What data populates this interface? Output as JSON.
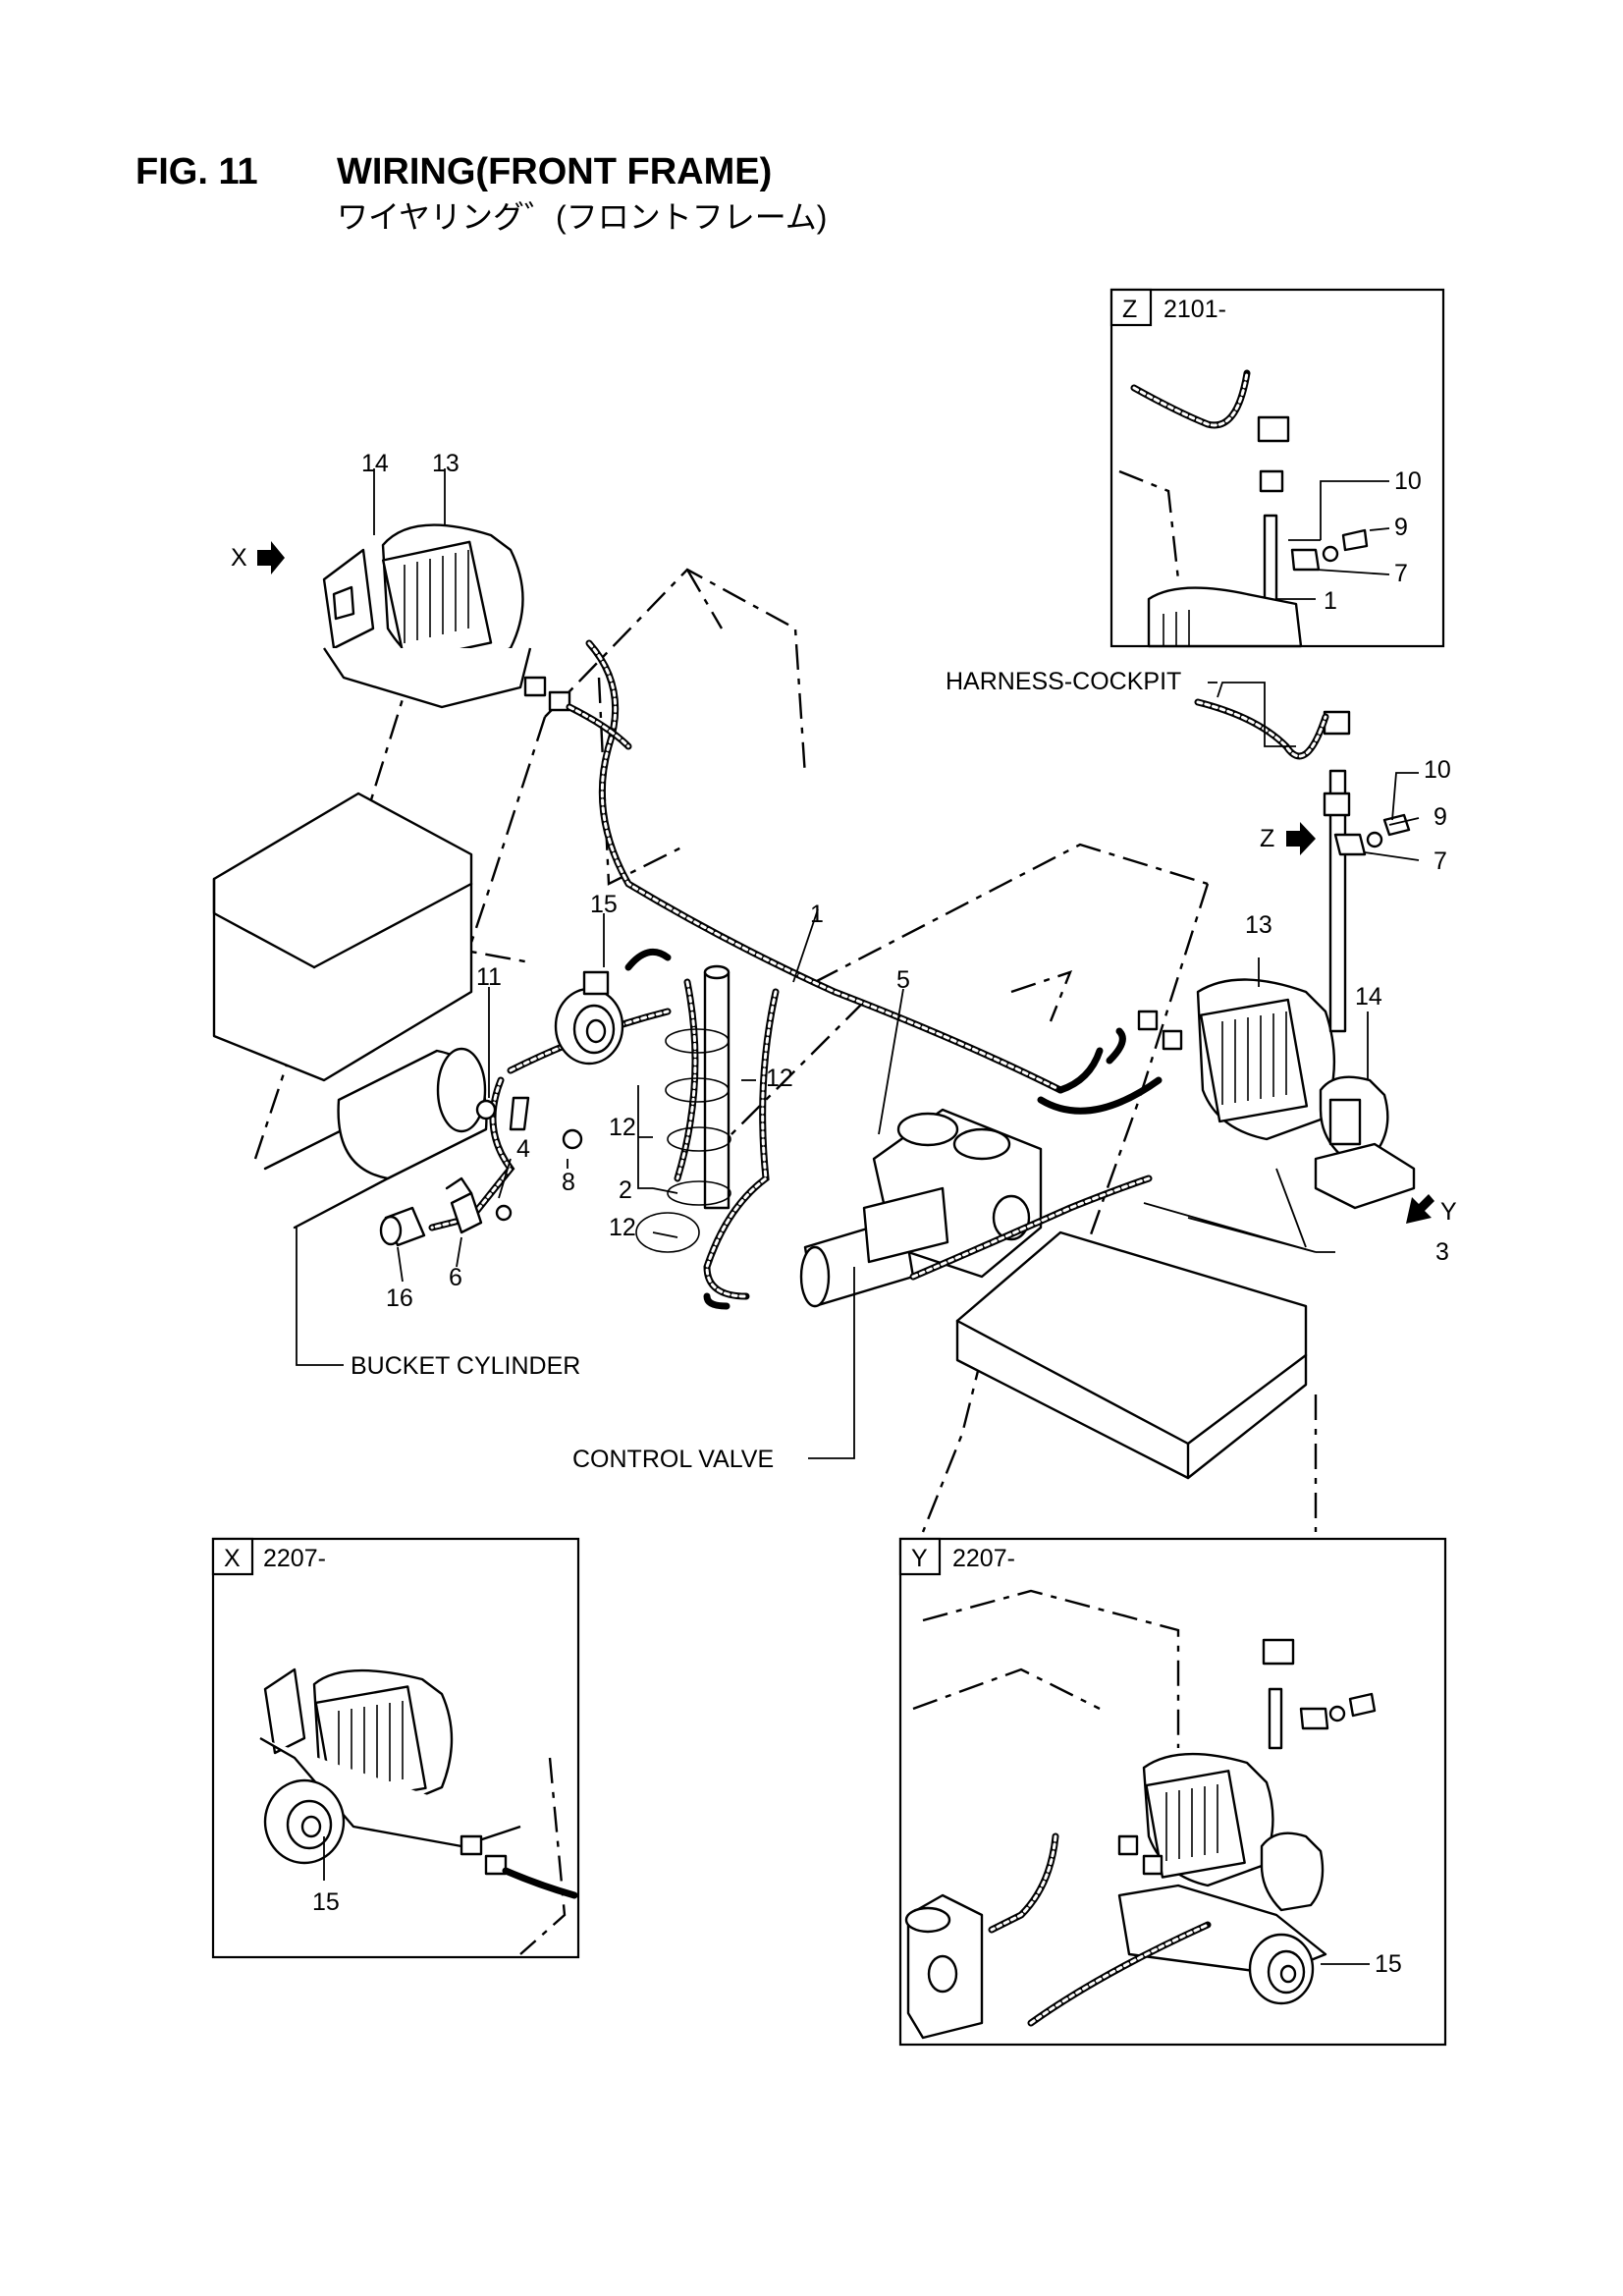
{
  "figure": {
    "number": "FIG. 11",
    "title": "WIRING(FRONT FRAME)",
    "subtitle_jp": "ワイヤリング゛(フロントフレーム)"
  },
  "component_labels": {
    "harness_cockpit": "HARNESS-COCKPIT",
    "bucket_cylinder": "BUCKET CYLINDER",
    "control_valve": "CONTROL VALVE"
  },
  "view_arrows": {
    "x": "X",
    "y": "Y",
    "z": "Z"
  },
  "callouts": {
    "main": {
      "p1": "1",
      "p2": "2",
      "p3": "3",
      "p4": "4",
      "p5": "5",
      "p6": "6",
      "p7": "7",
      "p8": "8",
      "p9": "9",
      "p10": "10",
      "p11": "11",
      "p12a": "12",
      "p12b": "12",
      "p12c": "12",
      "p13_left": "13",
      "p14_left": "14",
      "p13_right": "13",
      "p14_right": "14",
      "p15": "15",
      "p16": "16"
    }
  },
  "detail_views": {
    "z": {
      "letter": "Z",
      "serial": "2101-",
      "c10": "10",
      "c9": "9",
      "c7": "7",
      "c1": "1"
    },
    "x": {
      "letter": "X",
      "serial": "2207-",
      "c15": "15"
    },
    "y": {
      "letter": "Y",
      "serial": "2207-",
      "c15": "15"
    }
  }
}
